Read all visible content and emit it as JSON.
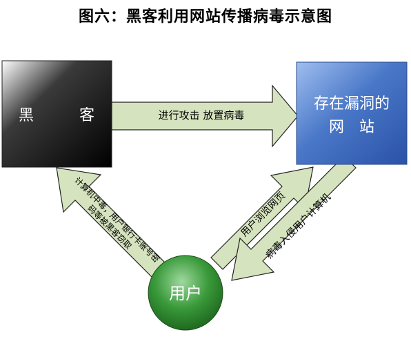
{
  "title": "图六：黑客利用网站传播病毒示意图",
  "nodes": {
    "hacker": "黑　　　客",
    "site_line1": "存在漏洞的",
    "site_line2": "网　站",
    "user": "用户"
  },
  "arrows": {
    "attack": "进行攻击 放置病毒",
    "infect_line1": "计算机中毒，用户银行卡账号密",
    "infect_line2": "码等被黑客窃取",
    "browse": "用户浏览网页",
    "intrude": "病毒入侵用户计算机"
  },
  "colors": {
    "hacker_box": "#000000",
    "site_box": "#4a78c8",
    "user_circle": "#3a9a3a",
    "arrow_fill": "#d6e3bf",
    "arrow_stroke": "#222222"
  }
}
